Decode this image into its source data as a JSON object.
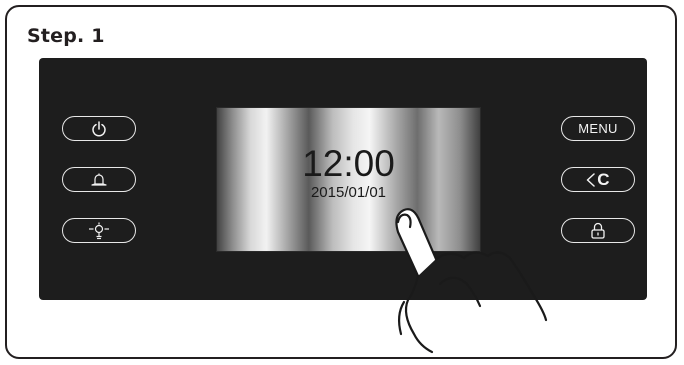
{
  "step": {
    "title": "Step. 1"
  },
  "left_buttons": [
    {
      "icon": "power-icon"
    },
    {
      "icon": "bell-icon"
    },
    {
      "icon": "light-bulb-icon"
    }
  ],
  "right_buttons": [
    {
      "label": "MENU"
    },
    {
      "label": "C",
      "icon": "back-arrow-icon"
    },
    {
      "icon": "lock-icon"
    }
  ],
  "display": {
    "time": "12:00",
    "date": "2015/01/01"
  },
  "pointer": {
    "icon": "pointing-hand-icon"
  },
  "colors": {
    "panel": "#1d1d1d",
    "button_outline": "#e8e8e8",
    "frame_border": "#231f20"
  }
}
